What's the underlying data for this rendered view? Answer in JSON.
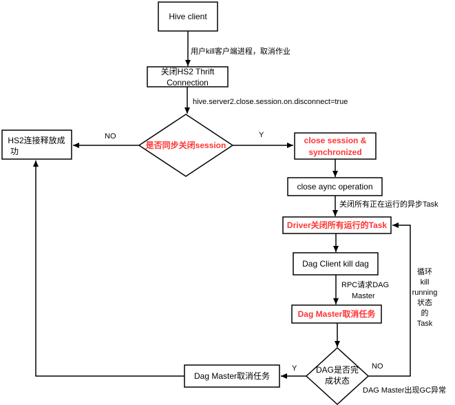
{
  "colors": {
    "stroke": "#000000",
    "highlight_text": "#ff3333"
  },
  "nodes": {
    "hive_client": "Hive client",
    "close_conn_1": "关闭HS2 Thrift",
    "close_conn_2": "Connection",
    "sync_decision": "是否同步关闭session",
    "hs2_success_1": "HS2连接释放成",
    "hs2_success_2": "功",
    "close_session_1": "close session &",
    "close_session_2": "synchronized",
    "close_async": "close aync operation",
    "driver_close": "Driver关闭所有运行的Task",
    "dag_client_kill": "Dag Client kill dag",
    "dag_master_cancel": "Dag Master取消任务",
    "complete_decision_1": "DAG是否完",
    "complete_decision_2": "成状态",
    "dag_master_cancel_2": "Dag Master取消任务"
  },
  "edges": {
    "user_kill": "用户kill客户端进程，取消作业",
    "disconnect_config": "hive.server2.close.session.on.disconnect=true",
    "no_left": "NO",
    "yes_right": "Y",
    "close_all_async": "关闭所有正在运行的异步Task",
    "rpc_1": "RPC请求DAG",
    "rpc_2": "Master",
    "yes_bottom": "Y",
    "no_bottom": "NO",
    "gc_error": "DAG Master出现GC异常",
    "loop_1": "循环",
    "loop_2": "kill",
    "loop_3": "running",
    "loop_4": "状态",
    "loop_5": "的",
    "loop_6": "Task"
  }
}
